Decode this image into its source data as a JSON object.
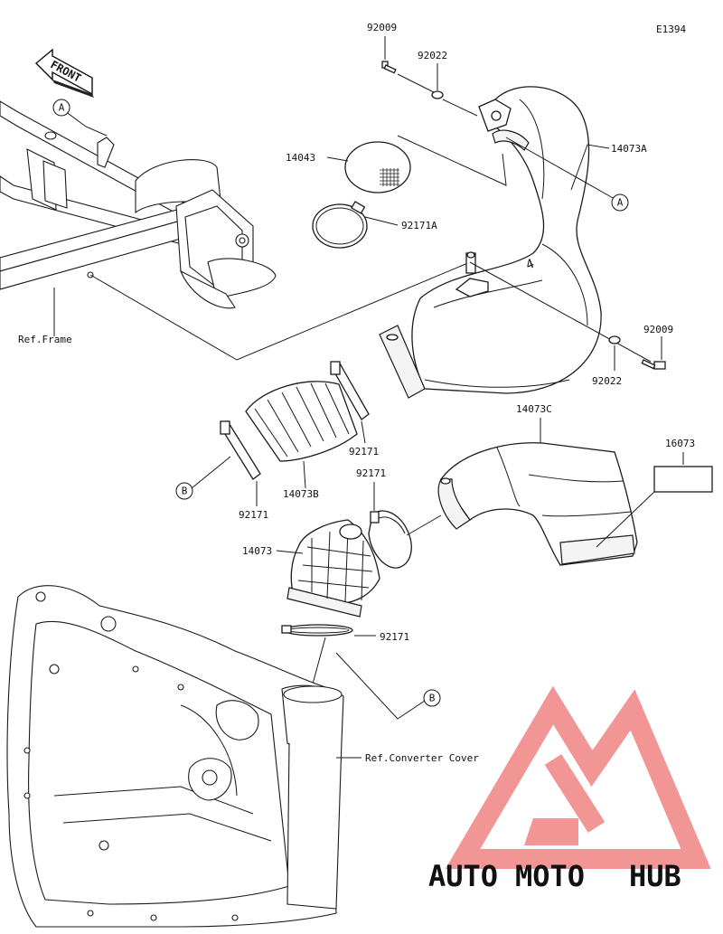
{
  "diagram_code": "E1394",
  "front_label": "FRONT",
  "parts": {
    "p92009_top": "92009",
    "p92022_top": "92022",
    "p14073A": "14073A",
    "p14043": "14043",
    "p92171A": "92171A",
    "p92009_right": "92009",
    "p92022_right": "92022",
    "p92171_mid": "92171",
    "p14073B": "14073B",
    "p92171_left": "92171",
    "p14073C": "14073C",
    "p16073": "16073",
    "p92171_c": "92171",
    "p14073": "14073",
    "p92171_low": "92171"
  },
  "refs": {
    "frame": "Ref.Frame",
    "converter_cover": "Ref.Converter Cover"
  },
  "callouts": {
    "a_top": "A",
    "a_right": "A",
    "b_left": "B",
    "b_low": "B"
  },
  "watermark": {
    "part1": "AUTO",
    "part2": "MOTO",
    "part3": "HUB",
    "color_primary": "#f08a8a",
    "color_secondary": "#f6b15a",
    "color_dark": "#555555"
  }
}
